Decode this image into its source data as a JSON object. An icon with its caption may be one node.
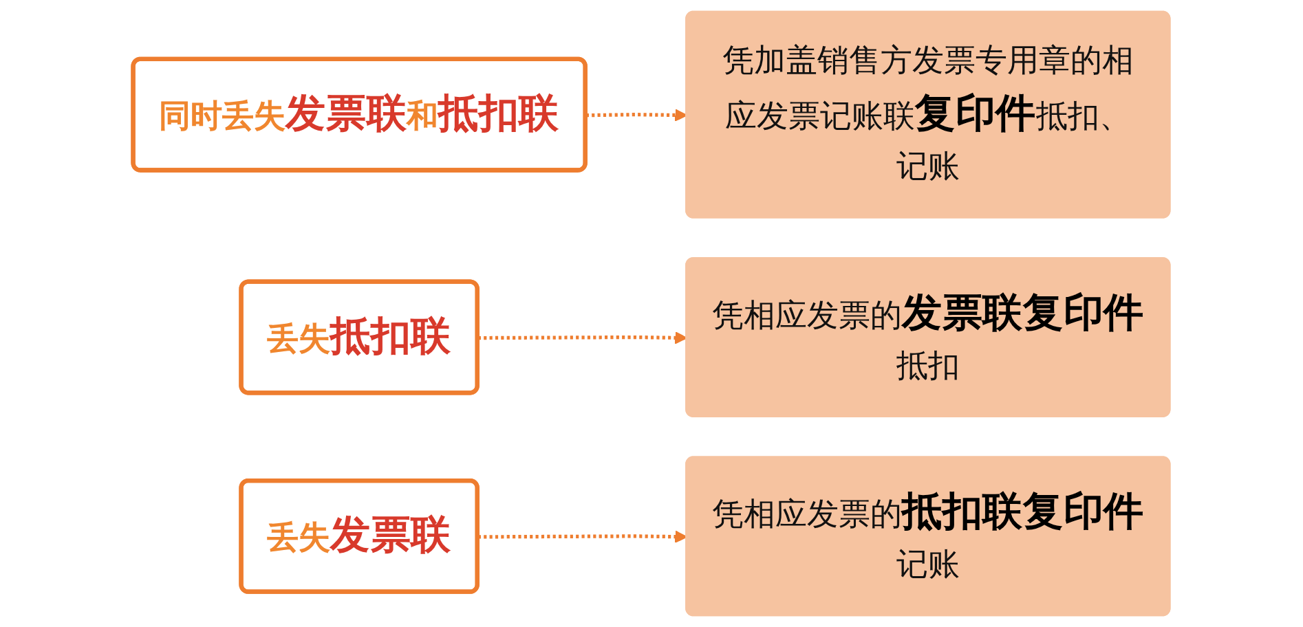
{
  "diagram": {
    "nodes": [
      {
        "text": [
          "同时丢失**发票联**和**抵扣联**"
        ]
      },
      {
        "text": [
          "凭加盖销售方发票专用章的相应发票记账联**复印件**抵扣、记账"
        ]
      },
      {
        "text": [
          "丢失**抵扣联**"
        ]
      },
      {
        "text": [
          "凭相应发票的**发票联复印件**抵扣"
        ]
      },
      {
        "text": [
          "丢失**发票联**"
        ]
      },
      {
        "text": [
          "凭相应发票的**抵扣联复印件**记账"
        ]
      }
    ],
    "edges": [
      {
        "from": 0,
        "to": 1,
        "arrow": "to",
        "style": "dashed"
      },
      {
        "from": 2,
        "to": 3,
        "arrow": "to",
        "style": "dashed"
      },
      {
        "from": 4,
        "to": 5,
        "arrow": "to",
        "style": "dashed"
      }
    ]
  }
}
